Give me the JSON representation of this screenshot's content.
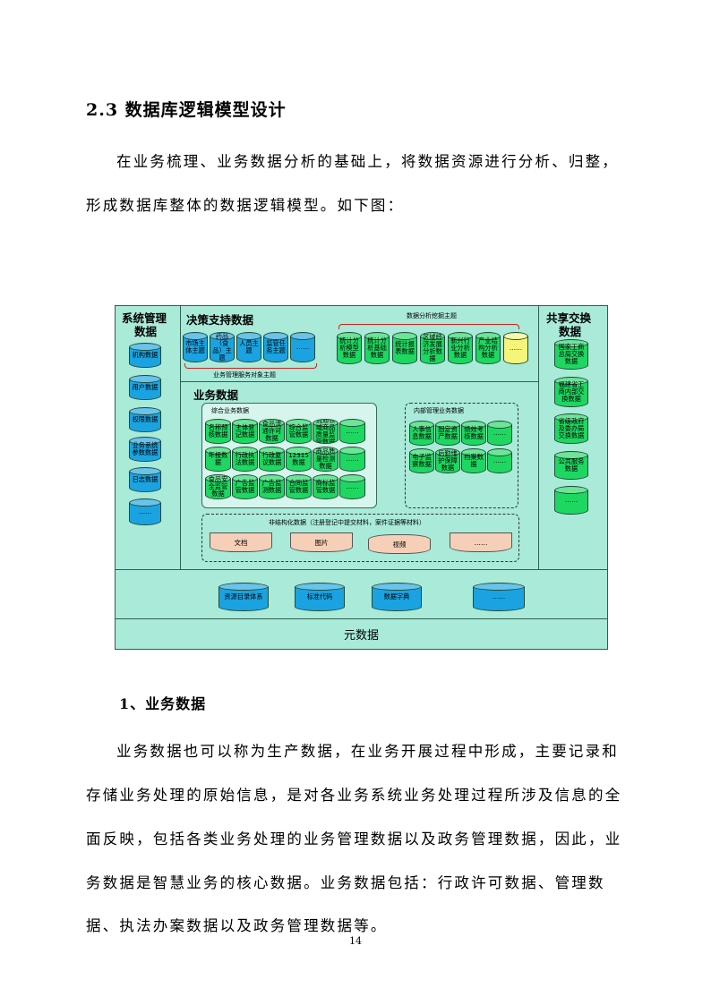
{
  "heading": "2.3 数据库逻辑模型设计",
  "paragraph1": {
    "line1": "在业务梳理、业务数据分析的基础上，将数据资源进行分析、归整，",
    "line2": "形成数据库整体的数据逻辑模型。如下图："
  },
  "diagram": {
    "system": {
      "title_line1": "系统管理",
      "title_line2": "数据",
      "items": [
        "机构数据",
        "用户数据",
        "权限数据",
        "业务系统参数数据",
        "日志数据",
        "……"
      ]
    },
    "decision": {
      "title": "决策支持数据",
      "left_items": [
        "市场主体主题",
        "药品（食品）主题",
        "人员主题",
        "监管任务主题",
        "……"
      ],
      "left_label": "业务管理服务对象主题",
      "right_label": "数据分析挖掘主题",
      "right_items": [
        "统计分析模型数据",
        "统计分析基础数据",
        "统计报表数据",
        "区域经济发展分析数据",
        "新兴行业分析数据",
        "产业结构分析数据",
        "……"
      ]
    },
    "share": {
      "title_line1": "共享交换",
      "title_line2": "数据",
      "items": [
        "国家工商总局交换数据",
        "福建省工商内部交换数据",
        "省级政府及委办局交换数据",
        "公共服务数据",
        "……"
      ]
    },
    "business": {
      "title": "业务数据",
      "composite_label": "综合业务数据",
      "composite_items": [
        "名称预核数据",
        "主体登记数据",
        "食品流通许可数据",
        "综合监管数据",
        "流通领域商品质量监管数据",
        "……",
        "年报数据",
        "行政执法数据",
        "行政复议数据",
        "12315数据",
        "商品质量检测数据",
        "……",
        "食品安全监管数据",
        "广告监管数据",
        "广告监测数据",
        "合同监管数据",
        "商标监管数据",
        "……"
      ],
      "internal_label": "内部管理业务数据",
      "internal_items": [
        "人事信息数据",
        "固定资产数据",
        "绩效考核数据",
        "……",
        "电子监察数据",
        "后勤维护保障数据",
        "档案数据",
        "……"
      ],
      "unstructured_label": "非结构化数据（注册登记中提交材料，案件证据等材料）",
      "unstructured_items": [
        "文档",
        "图片",
        "视频",
        "……"
      ]
    },
    "bottom_items": [
      "资源目录体系",
      "标准代码",
      "数据字典",
      "……"
    ],
    "metadata": "元数据",
    "colors": {
      "region": "#a9ead9",
      "green": "#1ed760",
      "blue": "#1aa3e0",
      "yellow": "#f5f57a",
      "doc": "#f6cfb8"
    }
  },
  "section1_title": "1、业务数据",
  "paragraph2": {
    "line1": "业务数据也可以称为生产数据，在业务开展过程中形成，主要记录和",
    "line2": "存储业务处理的原始信息，是对各业务系统业务处理过程所涉及信息的全",
    "line3": "面反映，包括各类业务处理的业务管理数据以及政务管理数据，因此，业",
    "line4": "务数据是智慧业务的核心数据。业务数据包括：行政许可数据、管理数",
    "line5": "据、执法办案数据以及政务管理数据等。"
  },
  "page_number": "14"
}
